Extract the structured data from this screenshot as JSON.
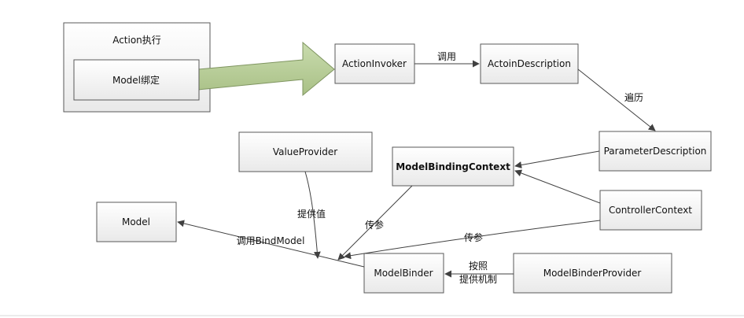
{
  "nodes": {
    "action_exec": "Action执行",
    "model_binding": "Model绑定",
    "action_invoker": "ActionInvoker",
    "action_description": "ActoinDescription",
    "parameter_description": "ParameterDescription",
    "model_binding_context": "ModelBindingContext",
    "controller_context": "ControllerContext",
    "value_provider": "ValueProvider",
    "model": "Model",
    "model_binder": "ModelBinder",
    "model_binder_provider": "ModelBinderProvider"
  },
  "edges": {
    "invoker_to_description": "调用",
    "description_to_parameter": "遍历",
    "valueprovider_to_binder": "提供值",
    "context_to_binder": "传参",
    "controllercontext_to_binder": "传参",
    "binder_to_model": "调用BindModel",
    "provider_to_binder_line1": "按照",
    "provider_to_binder_line2": "提供机制"
  },
  "colors": {
    "big_arrow_fill": "#b7cd98",
    "big_arrow_stroke": "#7f9560",
    "node_fill_top": "#ffffff",
    "node_fill_bottom": "#ececec",
    "node_stroke": "#595959",
    "edge_stroke": "#404040"
  }
}
